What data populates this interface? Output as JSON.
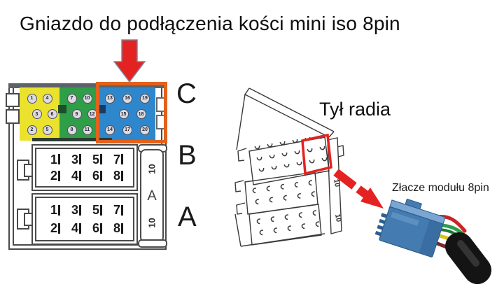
{
  "title": "Gniazdo do podłączenia kości mini iso 8pin",
  "labels": {
    "radio_back": "Tył radia",
    "module_connector": "Złacze modułu 8pin"
  },
  "connector": {
    "section_letters": [
      "C",
      "B",
      "A"
    ],
    "c_blocks": [
      {
        "name": "yellow",
        "color": "#ebe22e",
        "rows": [
          [
            "1",
            "4"
          ],
          [
            "3",
            "6"
          ],
          [
            "2",
            "5"
          ]
        ]
      },
      {
        "name": "green",
        "color": "#2f9e48",
        "rows": [
          [
            "7",
            "10"
          ],
          [
            "9",
            "12"
          ],
          [
            "8",
            "11"
          ]
        ]
      },
      {
        "name": "blue",
        "color": "#2e87cc",
        "rows": [
          [
            "13",
            "16",
            "19"
          ],
          [
            "15",
            "18"
          ],
          [
            "14",
            "17",
            "20"
          ]
        ]
      }
    ],
    "ab_rows": [
      [
        "1",
        "3",
        "5",
        "7"
      ],
      [
        "2",
        "4",
        "6",
        "8"
      ]
    ],
    "strip_labels": [
      "10",
      "A",
      "10"
    ],
    "highlight_color": "#e2611b"
  },
  "radio": {
    "strip_labels": [
      "10",
      "10"
    ]
  },
  "photo": {
    "connector_color": "#447bb0",
    "wire_colors": [
      "#cc2222",
      "#28a04c",
      "#1d7a38",
      "#d6c41e",
      "#7c2822"
    ]
  },
  "colors": {
    "arrow_red": "#e42222"
  }
}
